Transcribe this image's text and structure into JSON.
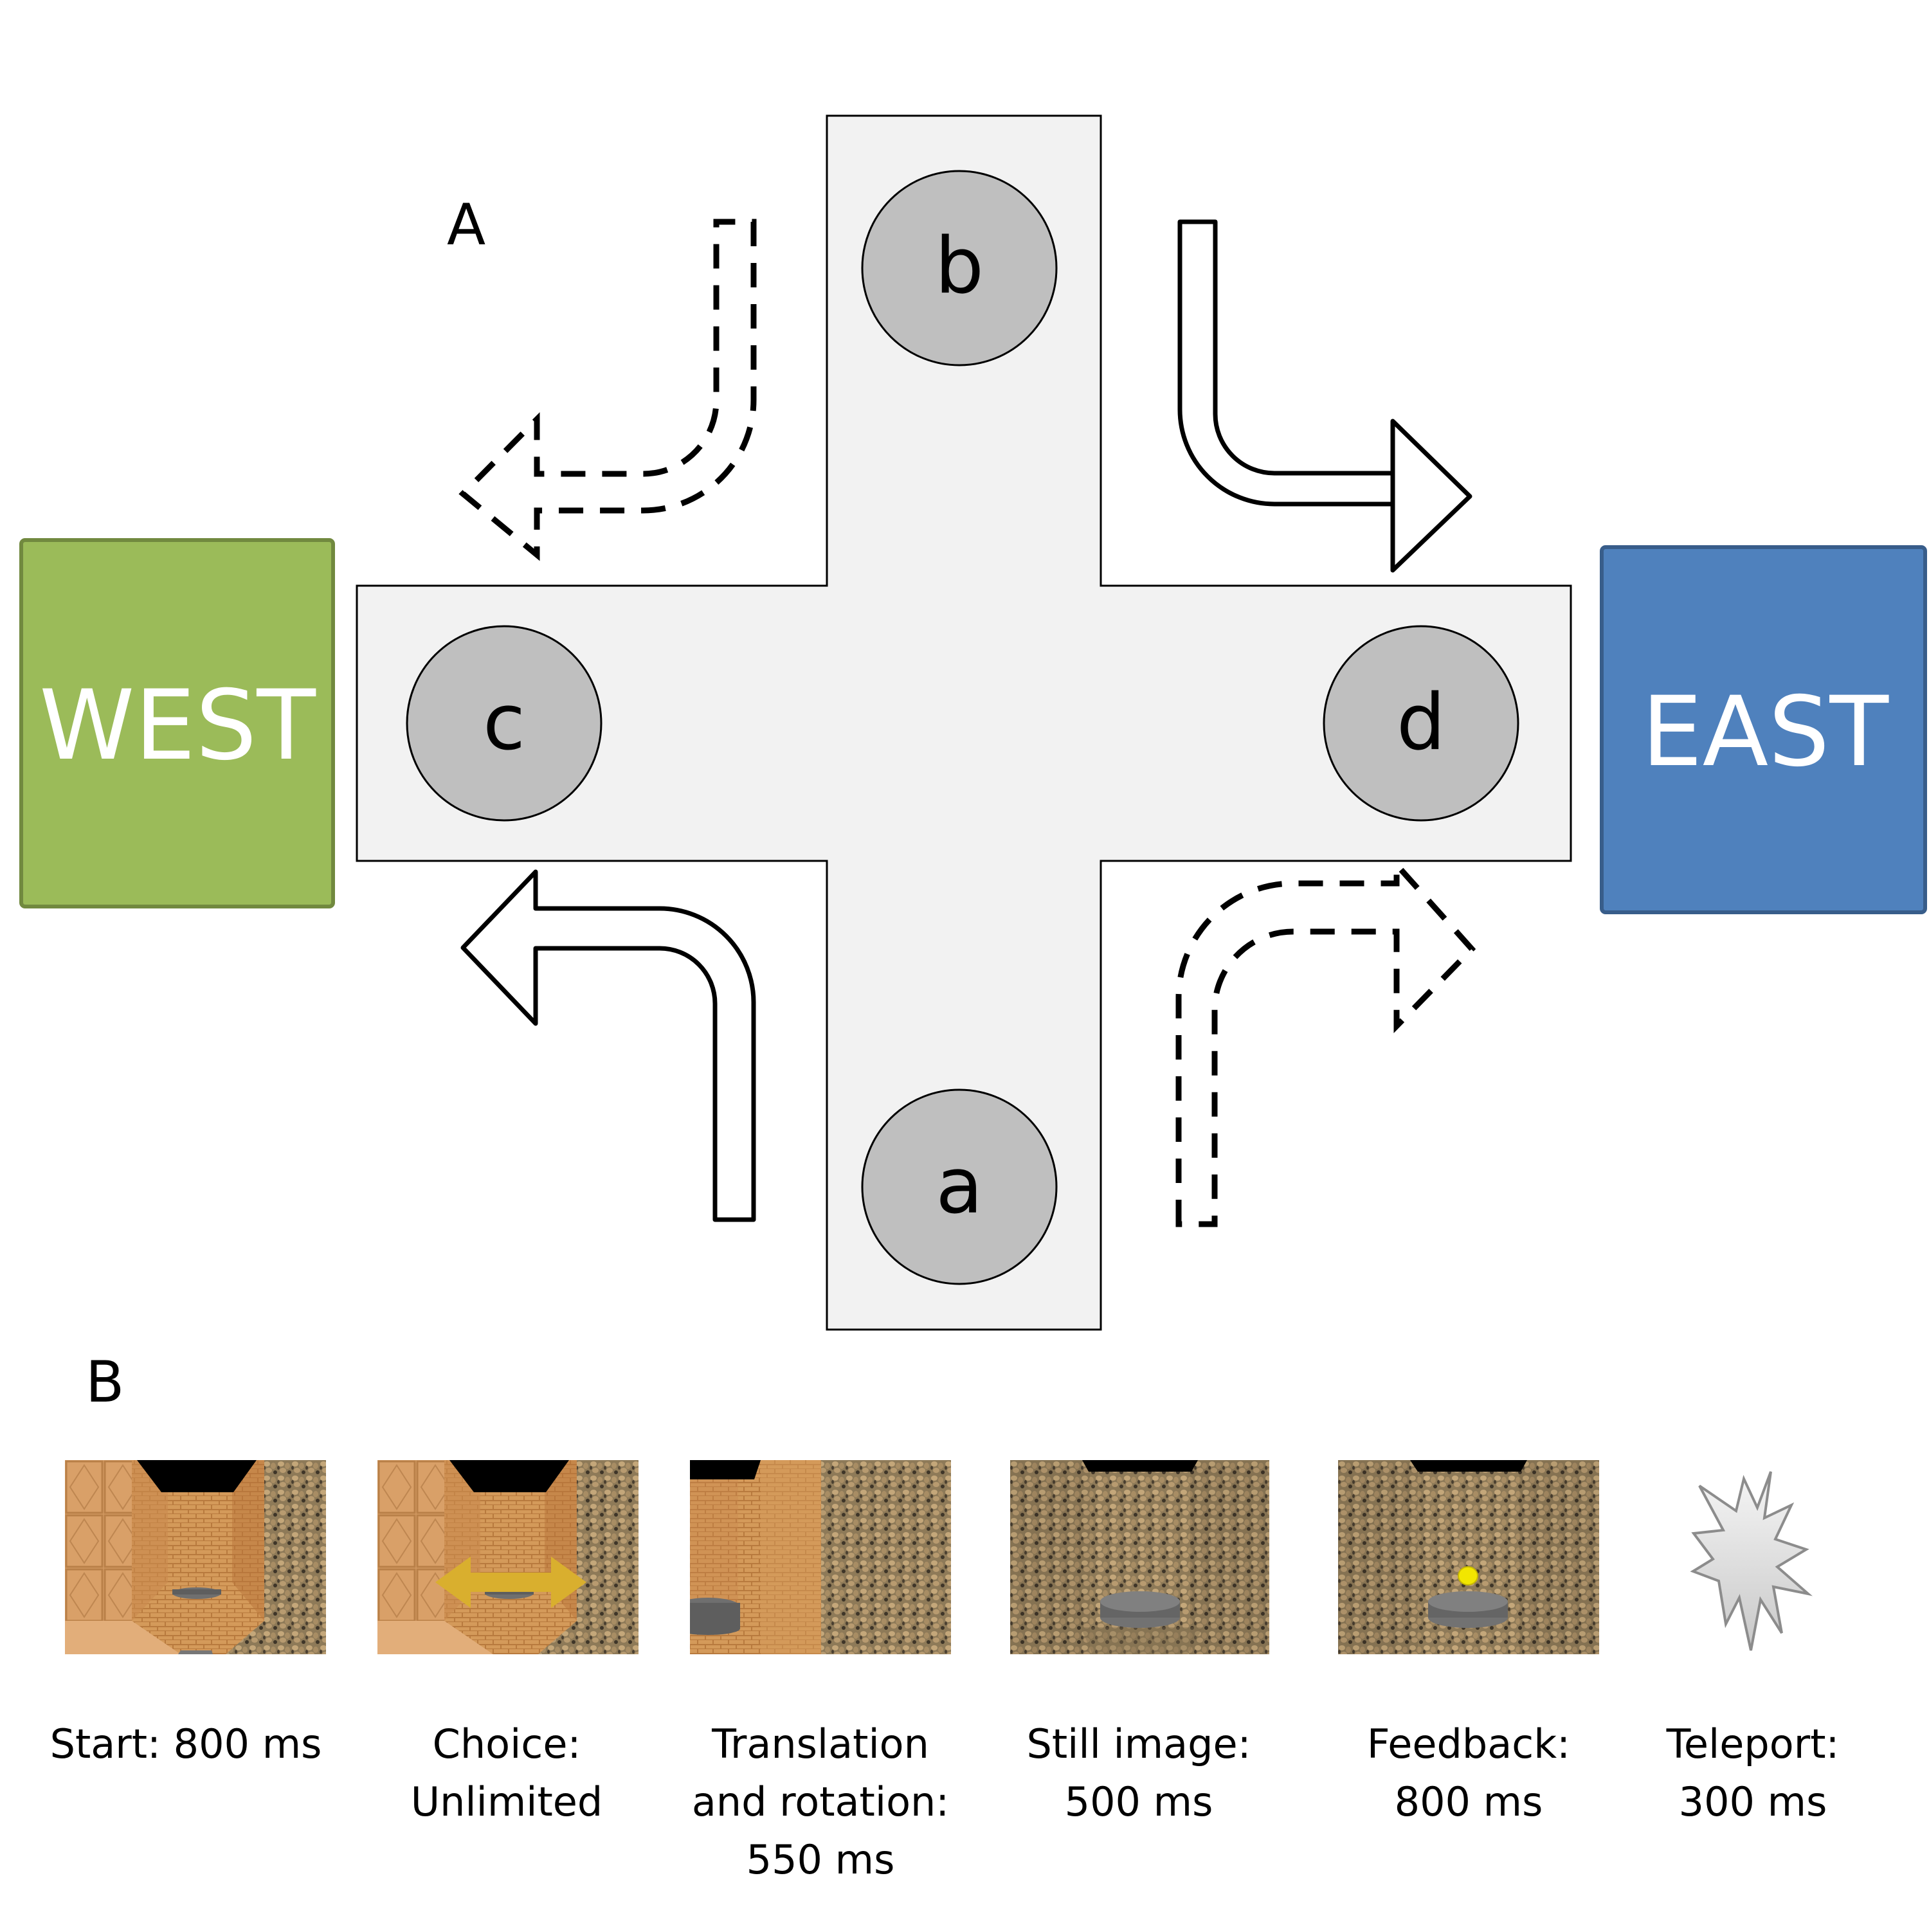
{
  "panel_a": {
    "label": "A",
    "locations": [
      {
        "id": "a",
        "label": "a"
      },
      {
        "id": "b",
        "label": "b"
      },
      {
        "id": "c",
        "label": "c"
      },
      {
        "id": "d",
        "label": "d"
      }
    ],
    "goals": {
      "west": {
        "label": "WEST",
        "color": "#9BBB59",
        "border": "#71893F"
      },
      "east": {
        "label": "EAST",
        "color": "#4F81BD",
        "border": "#385D8A"
      }
    },
    "arrows": [
      {
        "name": "from-a-to-west",
        "style": "solid",
        "direction": "left-turn"
      },
      {
        "name": "from-b-to-east",
        "style": "solid",
        "direction": "left-turn"
      },
      {
        "name": "from-b-to-west",
        "style": "dashed",
        "direction": "right-turn"
      },
      {
        "name": "from-a-to-east",
        "style": "dashed",
        "direction": "right-turn"
      }
    ],
    "colors": {
      "arm_fill": "#F2F2F2",
      "circle_fill": "#BFBFBF"
    }
  },
  "panel_b": {
    "label": "B",
    "steps": [
      {
        "title": "Start: 800 ms",
        "lines": [
          "Start: 800 ms"
        ],
        "image": "corridor-start"
      },
      {
        "title": "Choice: Unlimited",
        "lines": [
          "Choice:",
          "Unlimited"
        ],
        "image": "corridor-choice"
      },
      {
        "title": "Translation and rotation: 550 ms",
        "lines": [
          "Translation",
          "and rotation:",
          "550 ms"
        ],
        "image": "corridor-turning"
      },
      {
        "title": "Still image: 500 ms",
        "lines": [
          "Still image:",
          "500 ms"
        ],
        "image": "corridor-still"
      },
      {
        "title": "Feedback: 800 ms",
        "lines": [
          "Feedback:",
          "800 ms"
        ],
        "image": "corridor-feedback"
      },
      {
        "title": "Teleport: 300 ms",
        "lines": [
          "Teleport:",
          "300 ms"
        ],
        "image": "starburst"
      }
    ]
  }
}
